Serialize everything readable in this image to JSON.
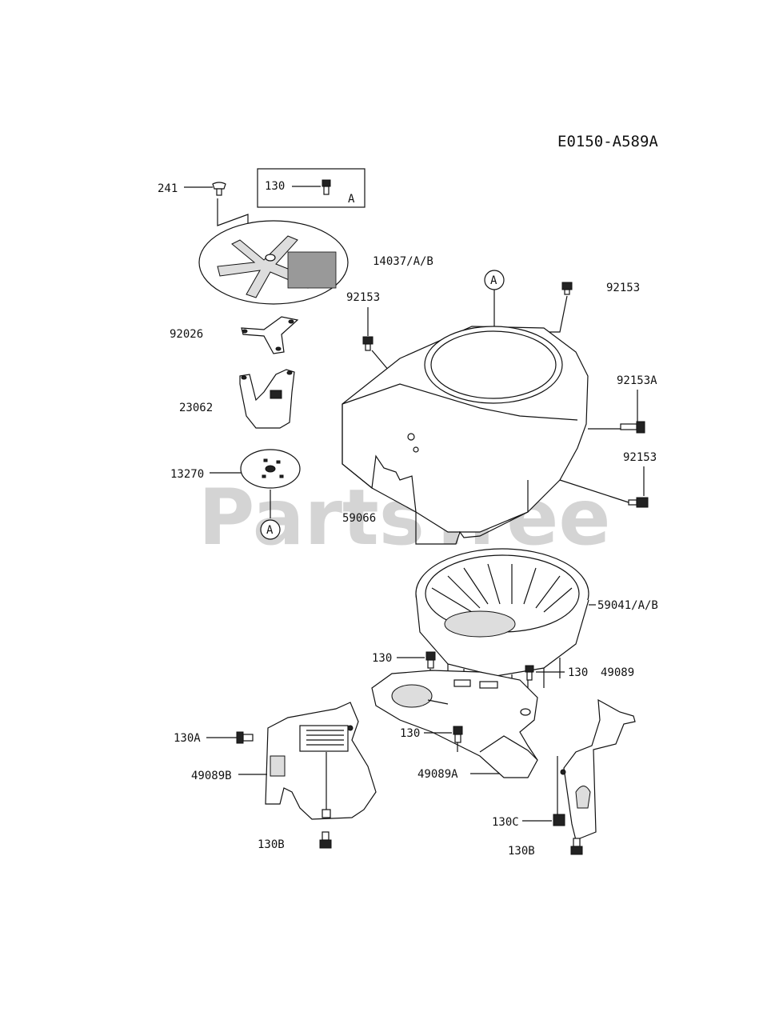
{
  "diagram": {
    "code": "E0150-A589A",
    "watermark": "PartsTree",
    "callout_letter": "A",
    "labels": {
      "p241": "241",
      "p130_box": "130",
      "p14037": "14037/A/B",
      "p92153_a": "92153",
      "p92153_b": "92153",
      "p92026": "92026",
      "p23062": "23062",
      "p92153A": "92153A",
      "p92153_c": "92153",
      "p13270": "13270",
      "p59066": "59066",
      "p59041": "59041/A/B",
      "p130_a": "130",
      "p130_b": "130",
      "p49089": "49089",
      "p130A": "130A",
      "p130_c": "130",
      "p49089B": "49089B",
      "p49089A": "49089A",
      "p130C": "130C",
      "p130B_left": "130B",
      "p130B_right": "130B"
    }
  }
}
